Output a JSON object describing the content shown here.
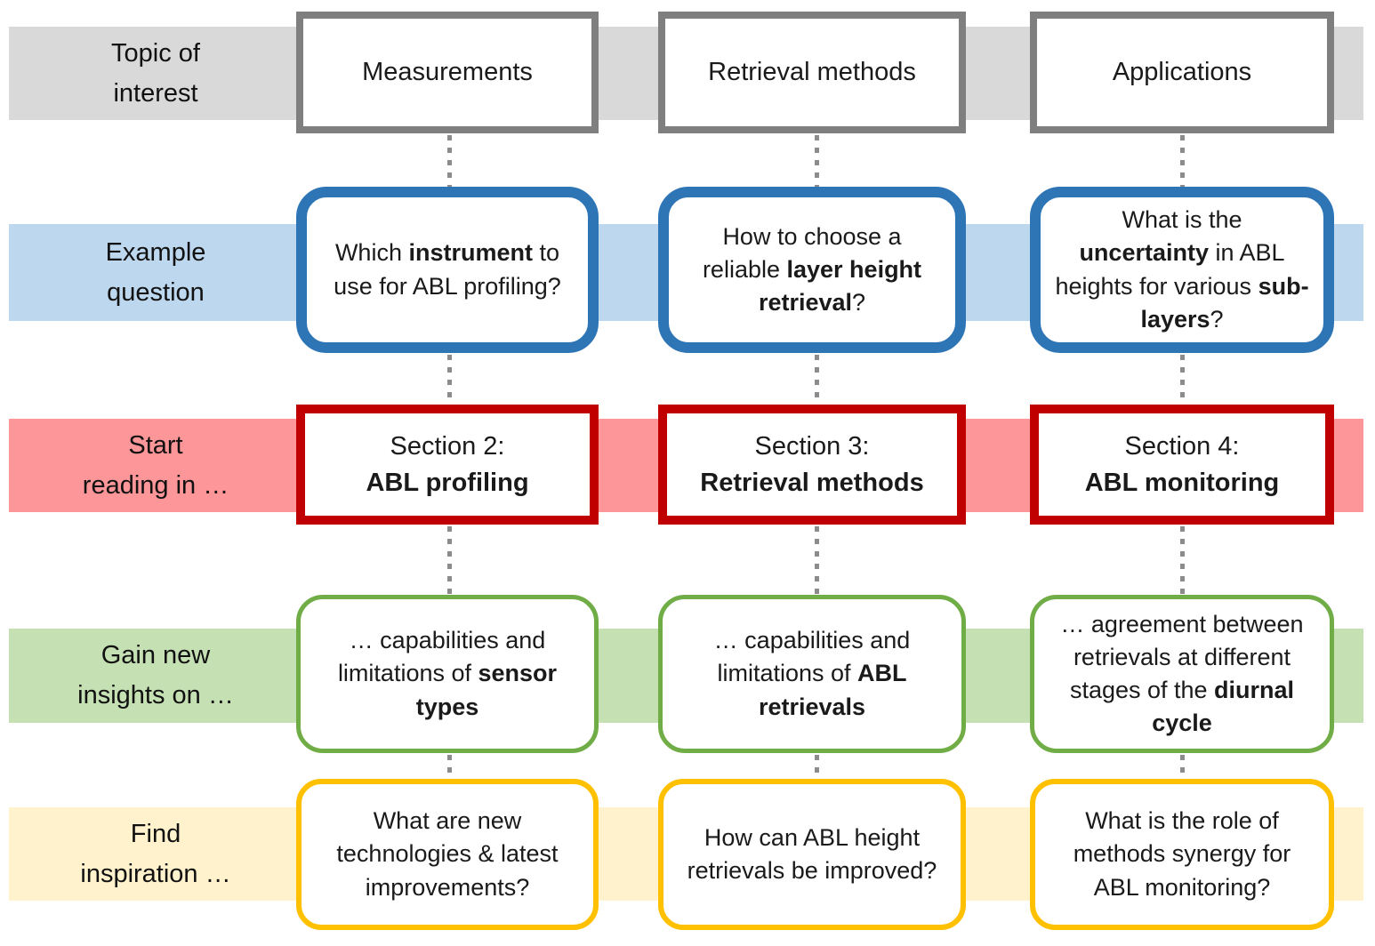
{
  "colors": {
    "background": "#ffffff",
    "dotted_connector": "#8c8c8c"
  },
  "rows": [
    {
      "id": "topic-of-interest",
      "label": "Topic of\ninterest",
      "band_color": "#d9d9d9",
      "box_border_color": "#7f7f7f",
      "box_shape": "square",
      "cells": [
        {
          "segments": [
            {
              "text": "Measurements",
              "bold": false
            }
          ]
        },
        {
          "segments": [
            {
              "text": "Retrieval methods",
              "bold": false
            }
          ]
        },
        {
          "segments": [
            {
              "text": "Applications",
              "bold": false
            }
          ]
        }
      ]
    },
    {
      "id": "example-question",
      "label": "Example\nquestion",
      "band_color": "#bdd7ee",
      "box_border_color": "#2e75b6",
      "box_shape": "rounded",
      "cells": [
        {
          "segments": [
            {
              "text": "Which ",
              "bold": false
            },
            {
              "text": "instrument",
              "bold": true
            },
            {
              "text": " to use for ABL profiling?",
              "bold": false
            }
          ]
        },
        {
          "segments": [
            {
              "text": "How to choose a reliable ",
              "bold": false
            },
            {
              "text": "layer height retrieval",
              "bold": true
            },
            {
              "text": "?",
              "bold": false
            }
          ]
        },
        {
          "segments": [
            {
              "text": "What is the ",
              "bold": false
            },
            {
              "text": "uncertainty",
              "bold": true
            },
            {
              "text": " in ABL heights for various ",
              "bold": false
            },
            {
              "text": "sub-layers",
              "bold": true
            },
            {
              "text": "?",
              "bold": false
            }
          ]
        }
      ]
    },
    {
      "id": "start-reading-in",
      "label": "Start\nreading in …",
      "band_color": "#fc9698",
      "box_border_color": "#c00000",
      "box_shape": "square",
      "cells": [
        {
          "segments": [
            {
              "text": "Section 2:\n",
              "bold": false
            },
            {
              "text": "ABL profiling",
              "bold": true
            }
          ]
        },
        {
          "segments": [
            {
              "text": "Section 3:\n",
              "bold": false
            },
            {
              "text": "Retrieval methods",
              "bold": true
            }
          ]
        },
        {
          "segments": [
            {
              "text": "Section 4:\n",
              "bold": false
            },
            {
              "text": "ABL monitoring",
              "bold": true
            }
          ]
        }
      ]
    },
    {
      "id": "gain-new-insights",
      "label": "Gain new\ninsights on …",
      "band_color": "#c5e0b3",
      "box_border_color": "#70ad47",
      "box_shape": "rounded",
      "cells": [
        {
          "segments": [
            {
              "text": "… capabilities and limitations of ",
              "bold": false
            },
            {
              "text": "sensor types",
              "bold": true
            }
          ]
        },
        {
          "segments": [
            {
              "text": "… capabilities and limitations of ",
              "bold": false
            },
            {
              "text": "ABL retrievals",
              "bold": true
            }
          ]
        },
        {
          "segments": [
            {
              "text": "… agreement between retrievals at different stages of the ",
              "bold": false
            },
            {
              "text": "diurnal cycle",
              "bold": true
            }
          ]
        }
      ]
    },
    {
      "id": "find-inspiration",
      "label": "Find\ninspiration …",
      "band_color": "#fff2cc",
      "box_border_color": "#ffc000",
      "box_shape": "rounded",
      "cells": [
        {
          "segments": [
            {
              "text": "What are new technologies & latest improvements?",
              "bold": false
            }
          ]
        },
        {
          "segments": [
            {
              "text": "How can ABL height retrievals be improved?",
              "bold": false
            }
          ]
        },
        {
          "segments": [
            {
              "text": "What is the role of methods synergy for ABL monitoring?",
              "bold": false
            }
          ]
        }
      ]
    }
  ],
  "connectors": {
    "columns": 3,
    "gaps": 4
  }
}
